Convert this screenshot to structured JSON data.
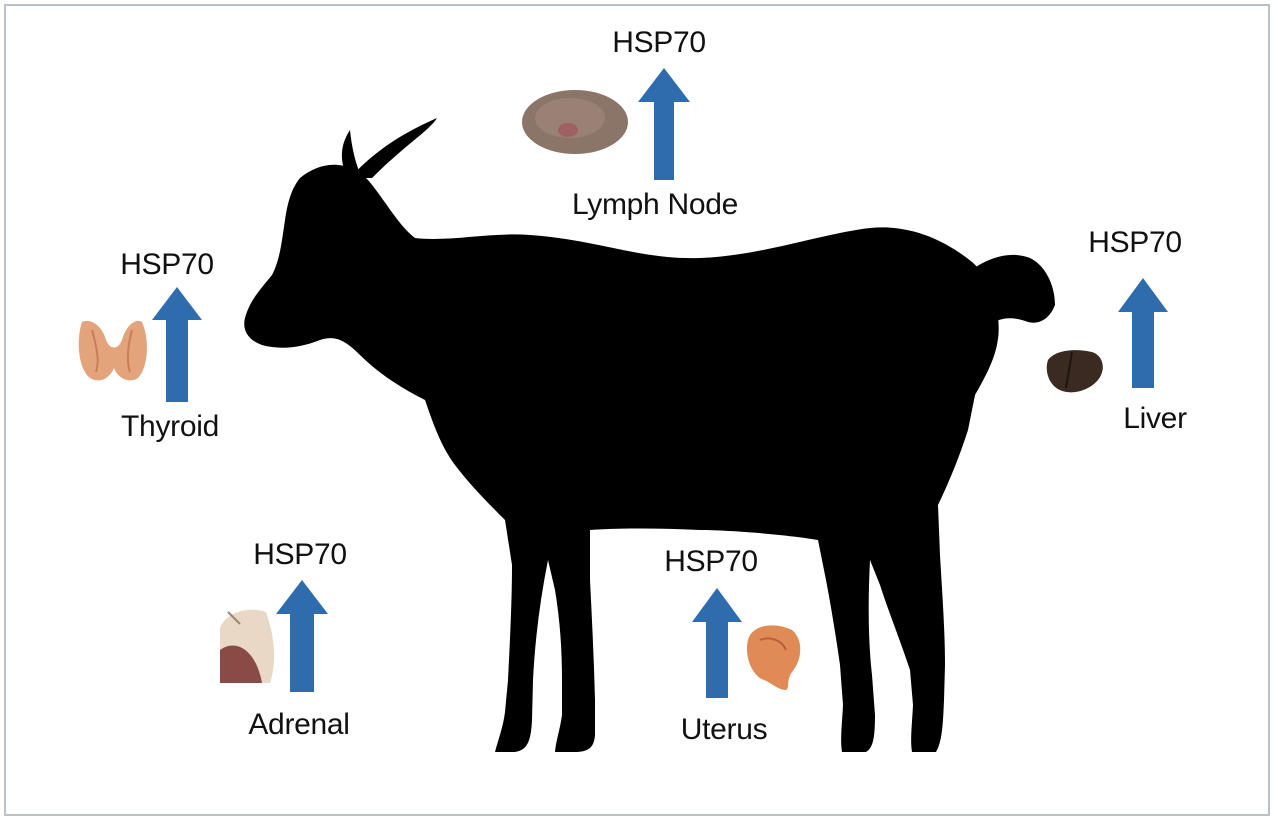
{
  "colors": {
    "arrow": "#2f6cae",
    "silhouette": "#000000",
    "frame_border": "#b8c2c8"
  },
  "organs": [
    {
      "id": "lymph-node",
      "label": "Lymph Node",
      "marker": "HSP70",
      "direction": "up"
    },
    {
      "id": "thyroid",
      "label": "Thyroid",
      "marker": "HSP70",
      "direction": "up"
    },
    {
      "id": "liver",
      "label": "Liver",
      "marker": "HSP70",
      "direction": "up"
    },
    {
      "id": "adrenal",
      "label": "Adrenal",
      "marker": "HSP70",
      "direction": "up"
    },
    {
      "id": "uterus",
      "label": "Uterus",
      "marker": "HSP70",
      "direction": "up"
    }
  ],
  "icons": {
    "animal": "goat-silhouette-icon",
    "lymph-node": "lymph-node-icon",
    "thyroid": "thyroid-icon",
    "liver": "liver-icon",
    "adrenal": "adrenal-icon",
    "uterus": "uterus-icon",
    "arrow": "up-arrow-icon"
  }
}
